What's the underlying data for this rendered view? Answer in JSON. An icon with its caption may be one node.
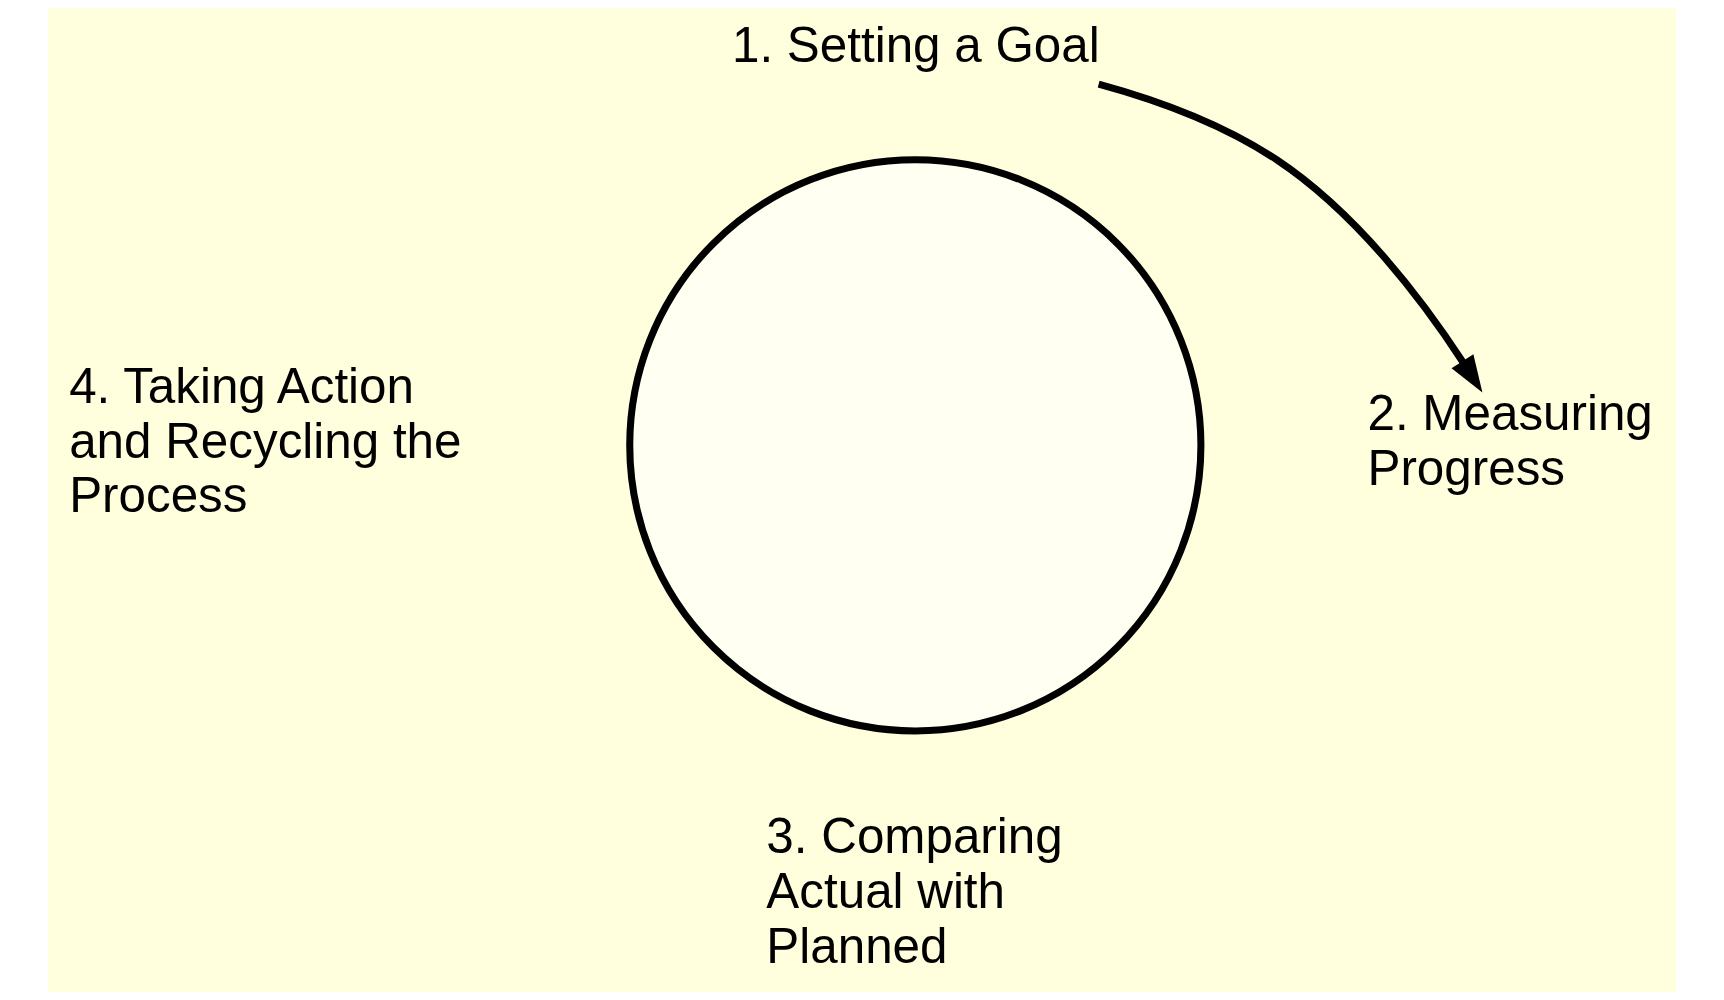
{
  "diagram": {
    "nodes": [
      {
        "text": [
          "1. Setting a Goal"
        ]
      },
      {
        "text": [
          "2. Measuring Progress"
        ]
      },
      {
        "text": [
          "3. Comparing Actual with Planned"
        ]
      },
      {
        "text": [
          "4. Taking Action and Recycling the Process"
        ]
      },
      {
        "text": [],
        "shape": "circle"
      }
    ],
    "edges": [
      {
        "from": 0,
        "to": 1,
        "arrow": "to"
      }
    ]
  }
}
